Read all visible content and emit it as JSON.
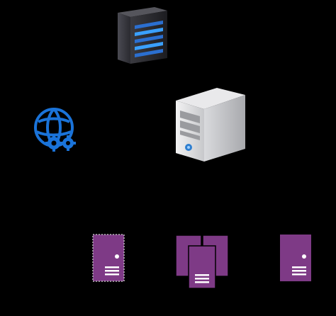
{
  "diagram": {
    "background": "#000000",
    "nodes": [
      {
        "id": "rack-server",
        "icon": "rack-server-icon",
        "color": "#2e2e33",
        "led_color": "#3aa0ff"
      },
      {
        "id": "web-service",
        "icon": "globe-gears-icon",
        "color": "#1a73d9"
      },
      {
        "id": "tower-server",
        "icon": "tower-server-icon",
        "color": "#d9dadc",
        "led_color": "#2f7fd0"
      },
      {
        "id": "purple-server-left",
        "icon": "server-icon",
        "color": "#7e3a86"
      },
      {
        "id": "purple-server-cluster",
        "icon": "server-cluster-icon",
        "color": "#7e3a86"
      },
      {
        "id": "purple-server-right",
        "icon": "server-icon",
        "color": "#7e3a86"
      }
    ]
  }
}
